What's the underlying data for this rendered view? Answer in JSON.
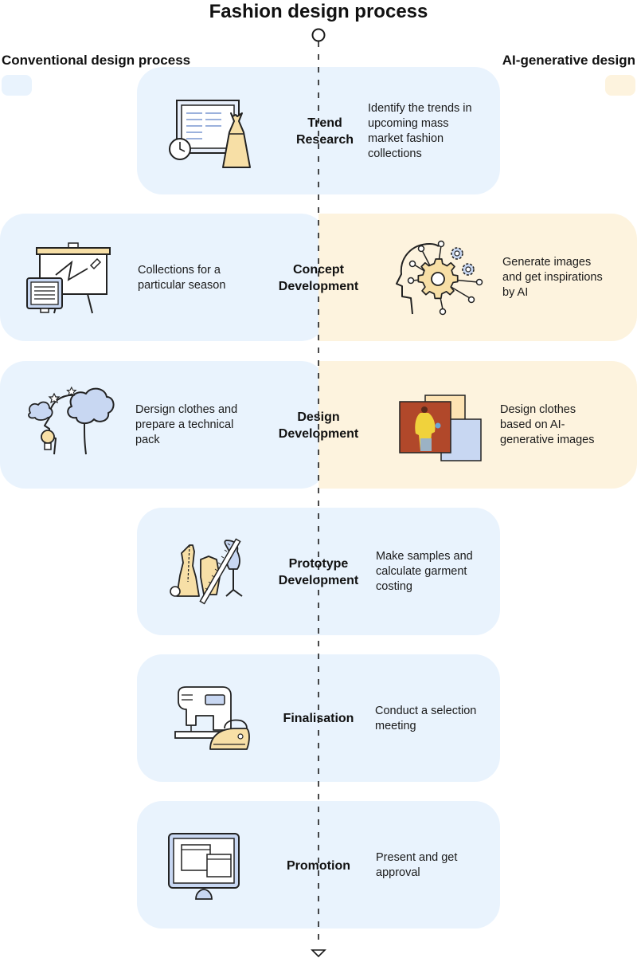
{
  "title": "Fashion design process",
  "conventional_label": "Conventional design process",
  "ai_label": "AI-generative design",
  "colors": {
    "conventional": "#e9f3fd",
    "ai": "#fdf3de",
    "icon_yellow": "#f7dfa6",
    "icon_blue": "#c8d7f2",
    "line": "#1a1a1a"
  },
  "stages": [
    {
      "name": "Trend\nResearch",
      "conventional_desc": "Identify the trends in\nupcoming mass\nmarket fashion\ncollections",
      "icon": "trend-board-dress-icon"
    },
    {
      "name": "Concept\nDevelopment",
      "conventional_desc": "Collections for a\nparticular season",
      "ai_desc": "Generate images\nand get inspirations\nby AI",
      "icon": "presentation-board-icon",
      "ai_icon": "ai-head-gears-icon"
    },
    {
      "name": "Design\nDevelopment",
      "conventional_desc": "Dersign clothes and\nprepare a technical\npack",
      "ai_desc": "Design clothes\nbased on AI-\ngenerative images",
      "icon": "thinking-head-clouds-icon",
      "ai_icon": "ai-image-cards-icon"
    },
    {
      "name": "Prototype\nDevelopment",
      "conventional_desc": "Make samples and\ncalculate garment\ncosting",
      "icon": "pattern-mannequin-icon"
    },
    {
      "name": "Finalisation",
      "conventional_desc": "Conduct a selection\nmeeting",
      "icon": "sewing-machine-iron-icon"
    },
    {
      "name": "Promotion",
      "conventional_desc": "Present and get\napproval",
      "icon": "monitor-windows-icon"
    }
  ]
}
